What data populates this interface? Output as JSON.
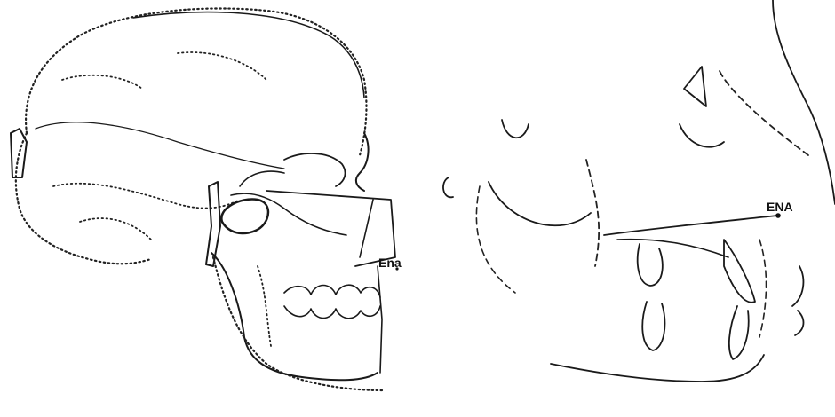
{
  "figures": [
    {
      "id": "skull",
      "label": "Ena"
    },
    {
      "id": "tracing",
      "label": "ENA"
    }
  ],
  "colors": {
    "ink": "#1a1a1a",
    "background": "#ffffff"
  }
}
